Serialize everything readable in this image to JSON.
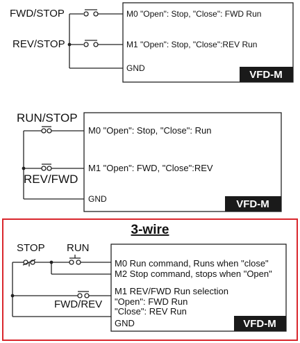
{
  "diagram1": {
    "fwd_stop": "FWD/STOP",
    "rev_stop": "REV/STOP",
    "m0": "M0 \"Open\": Stop, \"Close\": FWD Run",
    "m1": "M1 \"Open\": Stop, \"Close\":REV Run",
    "gnd": "GND",
    "badge": "VFD-M"
  },
  "diagram2": {
    "run_stop": "RUN/STOP",
    "rev_fwd": "REV/FWD",
    "m0": "M0 \"Open\": Stop, \"Close\": Run",
    "m1": "M1 \"Open\": FWD, \"Close\":REV",
    "gnd": "GND",
    "badge": "VFD-M"
  },
  "diagram3": {
    "title": "3-wire",
    "stop": "STOP",
    "run": "RUN",
    "fwd_rev": "FWD/REV",
    "m0": "M0 Run command, Runs when \"close\"",
    "m2": "M2 Stop command, stops when \"Open\"",
    "m1_line1": "M1 REV/FWD Run selection",
    "m1_line2": "\"Open\": FWD Run",
    "m1_line3": "\"Close\": REV Run",
    "gnd": "GND",
    "badge": "VFD-M",
    "frame_color": "#d9262c"
  },
  "colors": {
    "badge_bg": "#1a1a1a",
    "wire": "#222222",
    "highlight_frame": "#d9262c"
  }
}
